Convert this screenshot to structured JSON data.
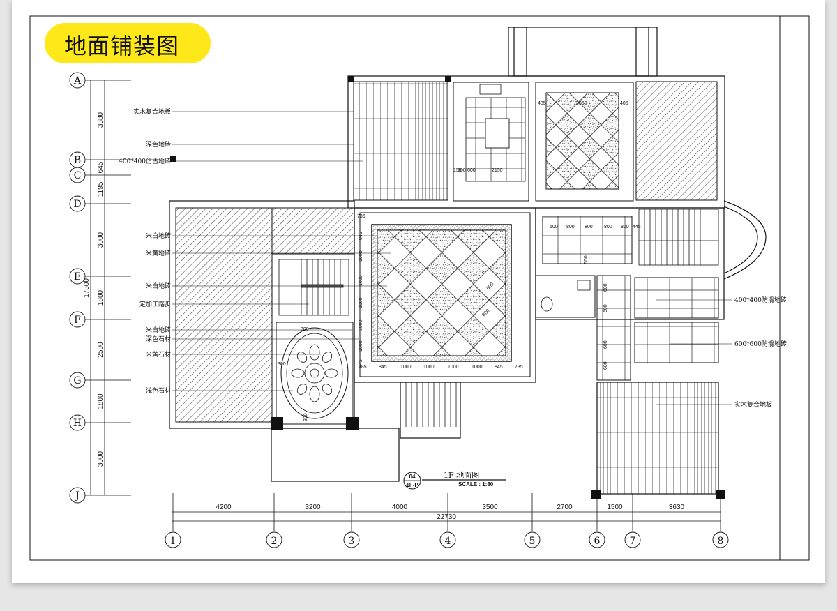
{
  "title": "地面铺装图",
  "drawing_caption": "1F  地面图",
  "scale": "SCALE :  1:80",
  "detail_tag": {
    "top": "04",
    "bottom": "1F-P"
  },
  "left_labels": [
    "实木复合地板",
    "深色地砖",
    "400*400仿古地砖",
    "米白地砖",
    "米黄地砖",
    "米白地砖",
    "定加工踏步",
    "米白地砖",
    "深色石材",
    "米黄石材",
    "浅色石材"
  ],
  "right_labels": [
    "400*400防滑地砖",
    "600*600防滑地砖",
    "实木复合地板"
  ],
  "row_axes": [
    "A",
    "B",
    "C",
    "D",
    "E",
    "F",
    "G",
    "H",
    "J"
  ],
  "row_dims": [
    "3380",
    "645",
    "1195",
    "3000",
    "1800",
    "2500",
    "1800",
    "3000"
  ],
  "row_total": "17300",
  "col_axes": [
    "1",
    "2",
    "3",
    "4",
    "5",
    "6",
    "7",
    "8"
  ],
  "col_dims": [
    "4200",
    "3200",
    "4000",
    "3500",
    "2700",
    "1500",
    "3630"
  ],
  "col_total": "22730",
  "room_dims": {
    "hall_top": [
      "735"
    ],
    "hall_left": [
      "845",
      "1000",
      "1000",
      "1000",
      "1000",
      "1000",
      "845"
    ],
    "hall_bottom": [
      "335",
      "845",
      "1000",
      "1000",
      "1000",
      "1000",
      "845",
      "735"
    ],
    "hall_diag": [
      "600",
      "800"
    ],
    "kitchen": [
      "3050",
      "405",
      "405",
      "600",
      "600",
      "2150",
      "150"
    ],
    "dining": [
      "600",
      "800",
      "800",
      "800",
      "800",
      "445",
      "550"
    ],
    "corridor": [
      "600",
      "600",
      "600",
      "600"
    ],
    "medallion": [
      "300",
      "300",
      "300"
    ]
  }
}
